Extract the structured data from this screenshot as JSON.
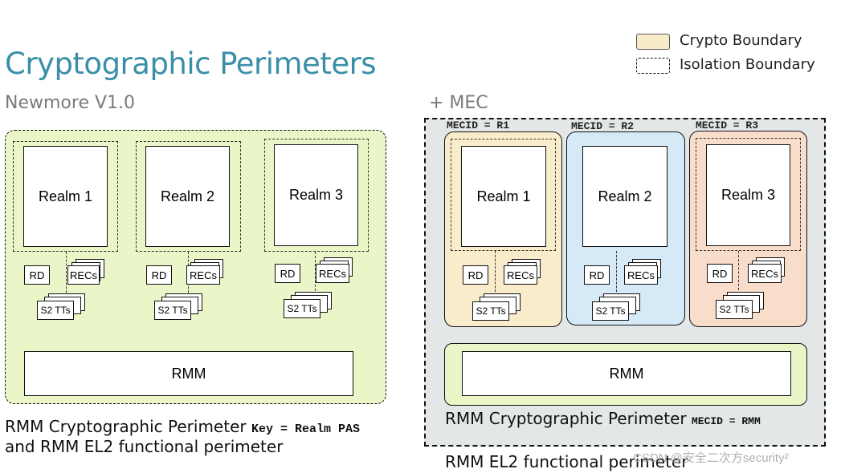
{
  "title": "Cryptographic Perimeters",
  "left": {
    "heading": "Newmore V1.0",
    "realms": [
      {
        "name": "Realm 1",
        "rd": "RD",
        "recs": "RECs",
        "s2tts": "S2 TTs"
      },
      {
        "name": "Realm 2",
        "rd": "RD",
        "recs": "RECs",
        "s2tts": "S2 TTs"
      },
      {
        "name": "Realm 3",
        "rd": "RD",
        "recs": "RECs",
        "s2tts": "S2 TTs"
      }
    ],
    "rmm": "RMM",
    "caption_line1": "RMM Cryptographic Perimeter",
    "caption_key": "Key = Realm PAS",
    "caption_line2": "and RMM EL2 functional perimeter"
  },
  "right": {
    "heading": "+ MEC",
    "realms": [
      {
        "mecid": "MECID = R1",
        "name": "Realm 1",
        "rd": "RD",
        "recs": "RECs",
        "s2tts": "S2 TTs",
        "color": "#f8eccb"
      },
      {
        "mecid": "MECID = R2",
        "name": "Realm 2",
        "rd": "RD",
        "recs": "RECs",
        "s2tts": "S2 TTs",
        "color": "#d5e9f6"
      },
      {
        "mecid": "MECID = R3",
        "name": "Realm 3",
        "rd": "RD",
        "recs": "RECs",
        "s2tts": "S2 TTs",
        "color": "#f8ddcb"
      }
    ],
    "rmm": "RMM",
    "caption_line1": "RMM Cryptographic Perimeter",
    "caption_mecid": "MECID = RMM",
    "caption_line2": "RMM EL2 functional perimeter"
  },
  "legend": {
    "crypto": "Crypto Boundary",
    "isolation": "Isolation Boundary",
    "crypto_color": "#f8ecc8"
  },
  "watermark": "CSDN @安全二次方security²"
}
